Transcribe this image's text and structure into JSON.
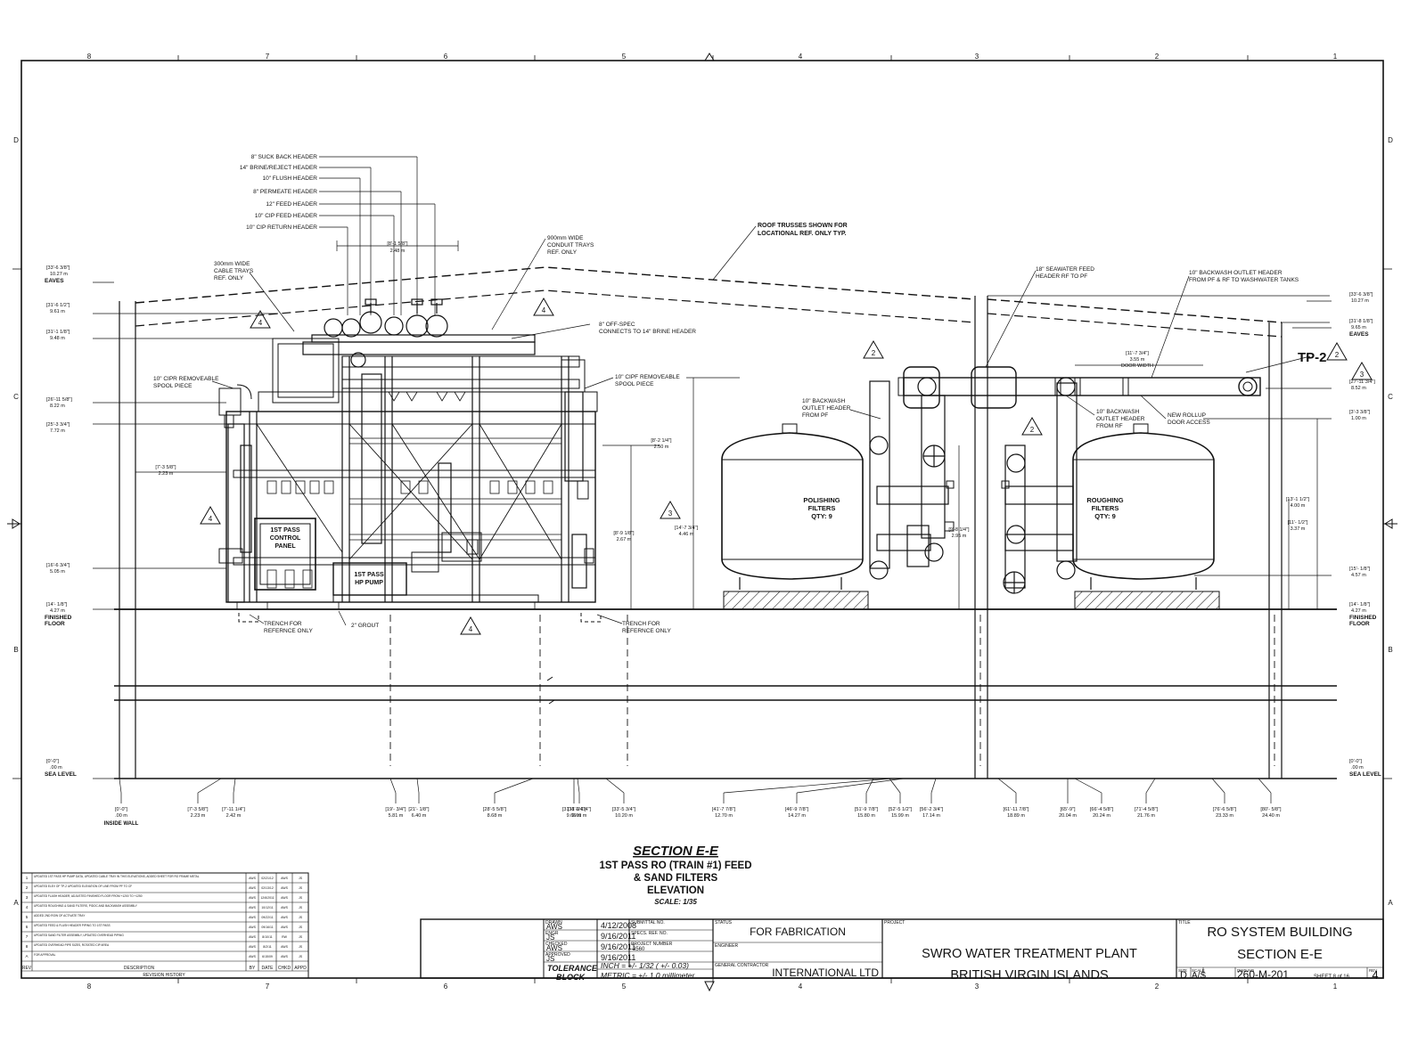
{
  "grid": {
    "columns": [
      "8",
      "7",
      "6",
      "5",
      "4",
      "3",
      "2",
      "1"
    ],
    "rows": [
      "D",
      "C",
      "B",
      "A"
    ]
  },
  "headers": [
    "8\" SUCK BACK HEADER",
    "14\" BRINE/REJECT HEADER",
    "10\" FLUSH HEADER",
    "8\" PERMEATE HEADER",
    "12\" FEED HEADER",
    "10\" CIP FEED HEADER",
    "10\" CIP RETURN HEADER"
  ],
  "callouts": {
    "roof_trusses": "ROOF TRUSSES SHOWN FOR",
    "roof_trusses_2": "LOCATIONAL REF. ONLY TYP.",
    "conduit_trays": [
      "900mm WIDE",
      "CONDUIT TRAYS",
      "REF. ONLY"
    ],
    "cable_trays": [
      "300mm WIDE",
      "CABLE TRAYS",
      "REF. ONLY"
    ],
    "off_spec": [
      "8\" OFF-SPEC",
      "CONNECTS TO 14\" BRINE HEADER"
    ],
    "cipr_spool": [
      "10\" CIPR REMOVEABLE",
      "SPOOL PIECE"
    ],
    "cipf_spool": [
      "10\" CIPF REMOVEABLE",
      "SPOOL PIECE"
    ],
    "seawater_feed": [
      "18\" SEAWATER FEED",
      "HEADER RF TO PF"
    ],
    "backwash_outlet": [
      "10\" BACKWASH OUTLET HEADER",
      "FROM PF & RF TO WASHWATER TANKS"
    ],
    "backwash_pf": [
      "10\" BACKWASH",
      "OUTLET HEADER",
      "FROM PF"
    ],
    "backwash_rf": [
      "10\" BACKWASH",
      "OUTLET HEADER",
      "FROM RF"
    ],
    "rollup_door": [
      "NEW ROLLUP",
      "DOOR ACCESS"
    ],
    "door_width": [
      "[11'-7 3/4\"]",
      "3.55 m",
      "DOOR WIDTH"
    ],
    "header_width": [
      "[8'-1 5/8\"]",
      "2.48 m"
    ],
    "tp2": "TP-2",
    "control_panel": [
      "1ST PASS",
      "CONTROL",
      "PANEL"
    ],
    "hp_pump": [
      "1ST PASS",
      "HP PUMP"
    ],
    "polishing": [
      "POLISHING",
      "FILTERS",
      "QTY: 9"
    ],
    "roughing": [
      "ROUGHING",
      "FILTERS",
      "QTY: 9"
    ],
    "trench_left": [
      "TRENCH FOR",
      "REFERNCE ONLY"
    ],
    "trench_right": [
      "TRENCH FOR",
      "REFERNCE ONLY"
    ],
    "grout": "2\" GROUT"
  },
  "revision_markers": [
    "4",
    "4",
    "4",
    "4",
    "2",
    "2",
    "2",
    "3",
    "3"
  ],
  "left_elevations": [
    {
      "imp": "[33'-6 3/8\"]",
      "met": "10.27 m",
      "label": "EAVES"
    },
    {
      "imp": "[31'-6 1/2\"]",
      "met": "9.61 m",
      "label": ""
    },
    {
      "imp": "[31'-1 1/8\"]",
      "met": "9.48 m",
      "label": ""
    },
    {
      "imp": "[26'-11 5/8\"]",
      "met": "8.22 m",
      "label": ""
    },
    {
      "imp": "[25'-3 3/4\"]",
      "met": "7.72 m",
      "label": ""
    },
    {
      "imp": "[16'-6 3/4\"]",
      "met": "5.05 m",
      "label": ""
    },
    {
      "imp": "[14'- 1/8\"]",
      "met": "4.27 m",
      "label": "FINISHED FLOOR"
    },
    {
      "imp": "[0'-0\"]",
      "met": ".00 m",
      "label": "SEA LEVEL"
    }
  ],
  "right_elevations": [
    {
      "imp": "[33'-6 3/8\"]",
      "met": "10.27 m",
      "label": ""
    },
    {
      "imp": "[31'-8 1/8\"]",
      "met": "9.65 m",
      "label": "EAVES"
    },
    {
      "imp": "[27'-11 3/4\"]",
      "met": "8.52 m",
      "label": ""
    },
    {
      "imp": "[3'-3 3/8\"]",
      "met": "1.00 m",
      "label": ""
    },
    {
      "imp": "[15'- 1/8\"]",
      "met": "4.57 m",
      "label": ""
    },
    {
      "imp": "[14'- 1/8\"]",
      "met": "4.27 m",
      "label": "FINISHED FLOOR"
    },
    {
      "imp": "[0'-0\"]",
      "met": ".00 m",
      "label": "SEA LEVEL"
    }
  ],
  "vertical_dims": [
    {
      "imp": "[7'-3 5/8\"]",
      "met": "2.23 m"
    },
    {
      "imp": "[8'-2 1/4\"]",
      "met": "2.50 m"
    },
    {
      "imp": "[8'-9 1/8\"]",
      "met": "2.67 m"
    },
    {
      "imp": "[14'-7 3/4\"]",
      "met": "4.46 m"
    },
    {
      "imp": "[9'-8 1/4\"]",
      "met": "2.95 m"
    },
    {
      "imp": "[13'-1 1/2\"]",
      "met": "4.00 m"
    },
    {
      "imp": "[11'- 1/2\"]",
      "met": "3.37 m"
    }
  ],
  "bottom_dims": [
    {
      "imp": "[0'-0\"]",
      "met": ".00 m",
      "label": "INSIDE WALL"
    },
    {
      "imp": "[7'-3 5/8\"]",
      "met": "2.23 m",
      "label": ""
    },
    {
      "imp": "[7'-11 1/4\"]",
      "met": "2.42 m",
      "label": ""
    },
    {
      "imp": "[19'- 3/4\"]",
      "met": "5.81 m",
      "label": ""
    },
    {
      "imp": "[21'- 1/8\"]",
      "met": "6.40 m",
      "label": ""
    },
    {
      "imp": "[28'-5 5/8\"]",
      "met": "8.68 m",
      "label": ""
    },
    {
      "imp": "[31'-8 1/4\"]",
      "met": "9.66 m",
      "label": ""
    },
    {
      "imp": "[31'-9 1/4\"]",
      "met": "9.69 m",
      "label": ""
    },
    {
      "imp": "[33'-5 3/4\"]",
      "met": "10.20 m",
      "label": ""
    },
    {
      "imp": "[41'-7 7/8\"]",
      "met": "12.70 m",
      "label": ""
    },
    {
      "imp": "[46'-9 7/8\"]",
      "met": "14.27 m",
      "label": ""
    },
    {
      "imp": "[51'-9 7/8\"]",
      "met": "15.80 m",
      "label": ""
    },
    {
      "imp": "[52'-5 1/2\"]",
      "met": "15.99 m",
      "label": ""
    },
    {
      "imp": "[56'-2 3/4\"]",
      "met": "17.14 m",
      "label": ""
    },
    {
      "imp": "[61'-11 7/8\"]",
      "met": "18.89 m",
      "label": ""
    },
    {
      "imp": "[65'-9\"]",
      "met": "20.04 m",
      "label": ""
    },
    {
      "imp": "[66'-4 5/8\"]",
      "met": "20.24 m",
      "label": ""
    },
    {
      "imp": "[71'-4 5/8\"]",
      "met": "21.76 m",
      "label": ""
    },
    {
      "imp": "[76'-6 5/8\"]",
      "met": "23.33 m",
      "label": ""
    },
    {
      "imp": "[80'- 5/8\"]",
      "met": "24.40 m",
      "label": ""
    }
  ],
  "section": {
    "title": "SECTION E-E",
    "line1": "1ST PASS RO (TRAIN #1) FEED",
    "line2": "& SAND FILTERS",
    "line3": "ELEVATION",
    "scale": "SCALE: 1/35"
  },
  "revision_block": {
    "rows": [
      {
        "rev": "1",
        "desc": "UPDATED 1ST PASS HP PUMP DATA, UPDATED CABLE TRAY IN THIS ELEVATIONS, ADDED SHEET FOR RO FRAME METAL",
        "by": "AWS",
        "date": "02/21/12",
        "chkd": "AWS",
        "appd": "JS"
      },
      {
        "rev": "2",
        "desc": "UPDATED ELEV OF TP-2 UPDATED ELEVATION OF LINE FROM PF TO CF",
        "by": "AWS",
        "date": "02/13/12",
        "chkd": "AWS",
        "appd": "JS"
      },
      {
        "rev": "3",
        "desc": "UPDATED FLASH HEADER, ADJUSTED FINISHED FLOOR FROM +1200 TO +1250",
        "by": "AWS",
        "date": "12/6/2011",
        "chkd": "AWS",
        "appd": "JS"
      },
      {
        "rev": "4",
        "desc": "UPDATED ROUGHING & SAND FILTERS, PIDOC AND BACKWASH ASSEMBLY",
        "by": "AWS",
        "date": "10/12/11",
        "chkd": "AWS",
        "appd": "JS"
      },
      {
        "rev": "5",
        "desc": "ADDED 2ND ROW OF ACTIVATE TRAY",
        "by": "AWS",
        "date": "09/22/11",
        "chkd": "AWS",
        "appd": "JS"
      },
      {
        "rev": "6",
        "desc": "UPDATED FEED & FLUSH HEADER PIPING TO 1ST PASS",
        "by": "AWS",
        "date": "09/16/11",
        "chkd": "AWS",
        "appd": "JS"
      },
      {
        "rev": "7",
        "desc": "UPDATED SAND FILTER ASSEMBLY, UPDATED OVERHEAD PIPING",
        "by": "AWS",
        "date": "8/10/11",
        "chkd": "RW",
        "appd": "JS"
      },
      {
        "rev": "8",
        "desc": "UPDATED OVERHEAD PIPE SIZES, ROTATED CIP AREA",
        "by": "AWS",
        "date": "8/2/11",
        "chkd": "AWS",
        "appd": "JS"
      },
      {
        "rev": "A",
        "desc": "FOR APPROVAL",
        "by": "AWS",
        "date": "6/15/09",
        "chkd": "AWS",
        "appd": "JS"
      }
    ],
    "headers": {
      "rev": "REV",
      "desc": "DESCRIPTION",
      "by": "BY",
      "date": "DATE",
      "chkd": "CHKD",
      "appd": "APPD"
    },
    "footer": "REVISION HISTORY"
  },
  "title_block": {
    "drawn_label": "DRAWN",
    "drawn_by": "AWS",
    "drawn_date": "4/12/2008",
    "engr_label": "ENGR",
    "engr_by": "JS",
    "engr_date": "9/16/2011",
    "checked_label": "CHECKED",
    "checked_by": "AWS",
    "checked_date": "9/16/2011",
    "approved_label": "APPROVED",
    "approved_by": "JS",
    "approved_date": "9/16/2011",
    "submittal_label": "SUBMITTAL NO.",
    "spec_label": "SPECS. REF. NO.",
    "project_no_label": "PROJECT NUMBER",
    "project_no": "2560",
    "tolerance_1": "TOLERANCE",
    "tolerance_2": "BLOCK",
    "tol_inch": "INCH = +/- 1/32 ( +/- 0.03)",
    "tol_metric": "METRIC = +/- 1.0 millimeter",
    "status_label": "STATUS",
    "status": "FOR FABRICATION",
    "engineer_label": "ENGINEER",
    "gc_label": "GENERAL CONTRACTOR",
    "gc": "INTERNATIONAL LTD",
    "project_label": "PROJECT",
    "project_1": "SWRO WATER TREATMENT PLANT",
    "project_2": "BRITISH VIRGIN ISLANDS",
    "title_label": "TITLE",
    "title_1": "RO SYSTEM BUILDING",
    "title_2": "SECTION E-E",
    "size_label": "SIZE",
    "size": "D",
    "scale_label": "SCALE",
    "scale": "A/S",
    "dwg_label": "DWG NO",
    "dwg": "260-M-201",
    "sheet": "SHEET 8 of 16",
    "rev_label": "REV",
    "rev": "4"
  }
}
